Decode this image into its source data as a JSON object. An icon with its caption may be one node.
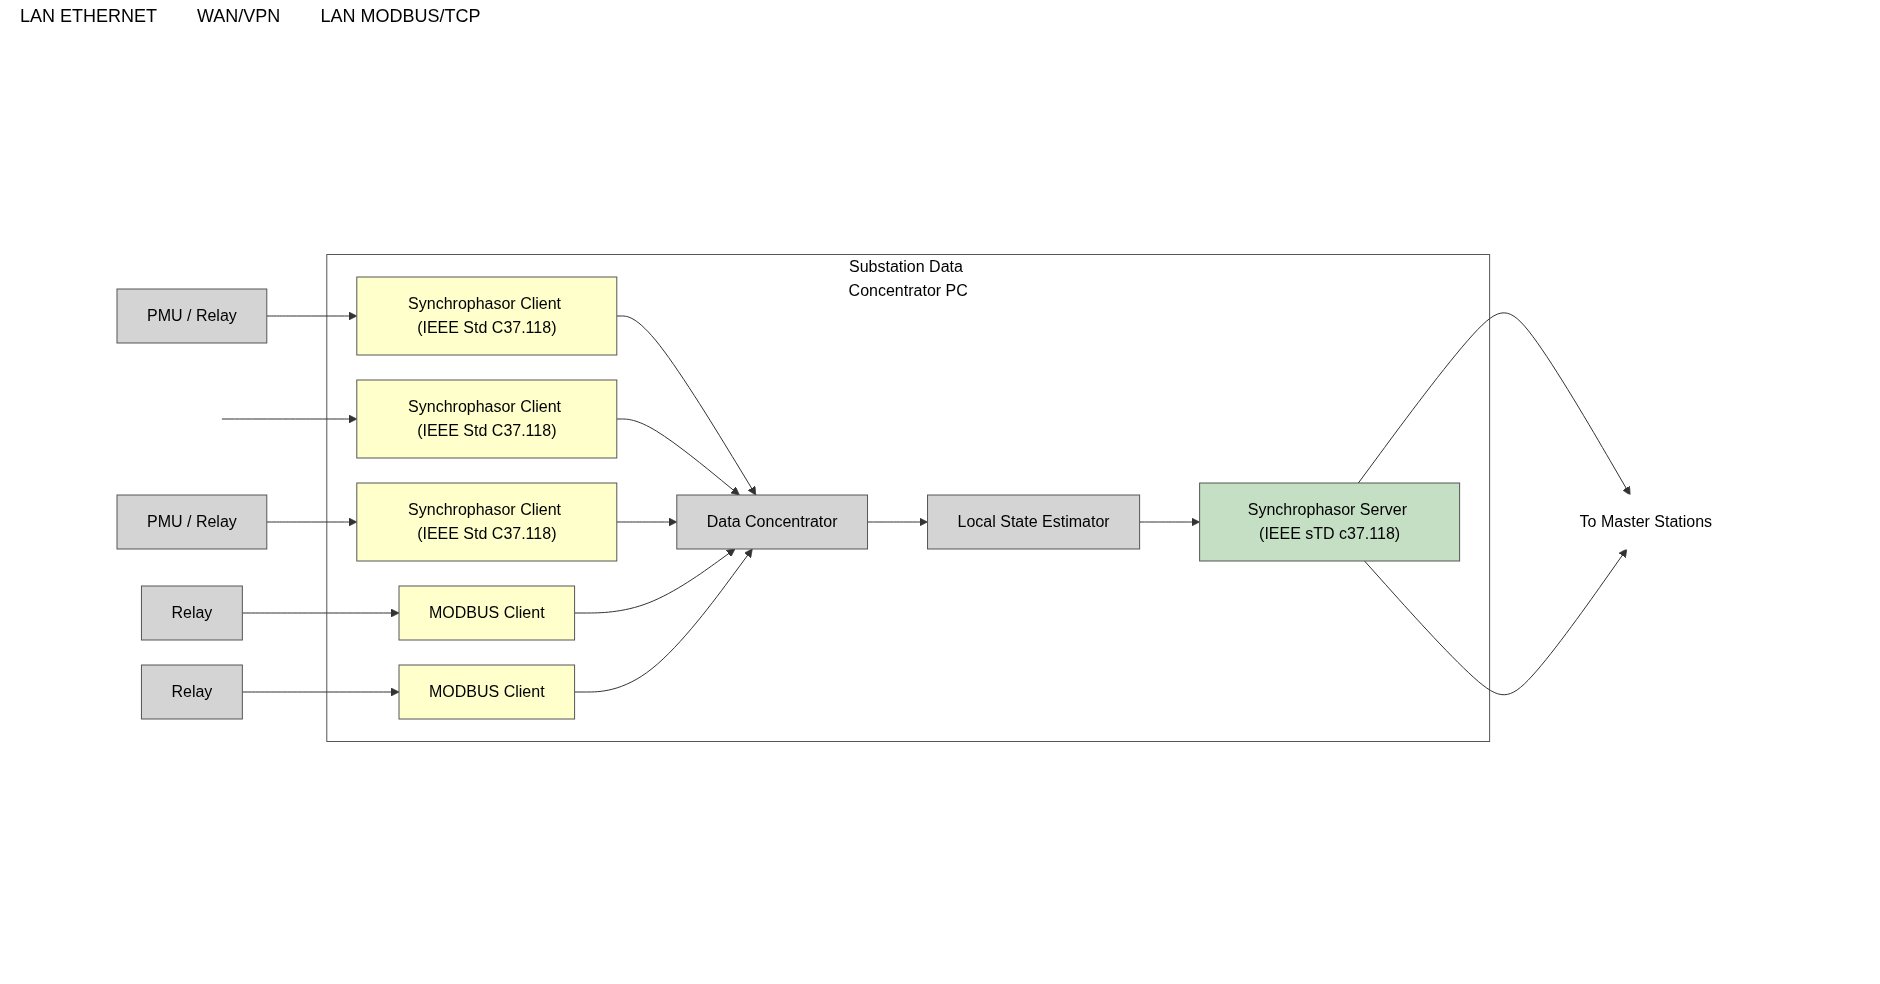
{
  "diagram": {
    "nodes": [
      {
        "text": [
          "Substation Data Concentrator PC"
        ]
      },
      {
        "text": [
          "Data Concentrator"
        ],
        "in": 0
      },
      {
        "text": [
          "Synchrophasor Client (IEEE Std C37.118)"
        ],
        "in": 0
      },
      {
        "text": [
          "Synchrophasor Client (IEEE Std C37.118)"
        ],
        "in": 0
      },
      {
        "text": [
          "Synchrophasor Client (IEEE Std C37.118)"
        ],
        "in": 0
      },
      {
        "text": [
          "MODBUS Client"
        ],
        "in": 0
      },
      {
        "text": [
          "MODBUS Client"
        ],
        "in": 0
      },
      {
        "text": [
          "Local State Estimator"
        ],
        "in": 0
      },
      {
        "text": [
          "Synchrophasor Server (IEEE sTD c37.118)"
        ],
        "in": 0
      },
      {
        "text": [
          "PMU / Relay"
        ]
      },
      {
        "text": [
          "PMU / Relay"
        ]
      },
      {
        "text": [
          "Relay"
        ]
      },
      {
        "text": [
          "Relay"
        ]
      },
      {
        "text": [
          "To Master Stations"
        ]
      }
    ],
    "edges": [
      {
        "from": 9,
        "to": 2,
        "arrow": "to"
      },
      {
        "from": null,
        "to": 3,
        "arrow": "to"
      },
      {
        "from": 10,
        "to": 4,
        "arrow": "to"
      },
      {
        "from": 11,
        "to": 5,
        "arrow": "to"
      },
      {
        "from": 12,
        "to": 6,
        "arrow": "to"
      },
      {
        "from": 2,
        "to": 1,
        "arrow": "to"
      },
      {
        "from": 3,
        "to": 1,
        "arrow": "to"
      },
      {
        "from": 4,
        "to": 1,
        "arrow": "to"
      },
      {
        "from": 5,
        "to": 1,
        "arrow": "to"
      },
      {
        "from": 6,
        "to": 1,
        "arrow": "to"
      },
      {
        "from": 1,
        "to": 7,
        "arrow": "to"
      },
      {
        "from": 7,
        "to": 8,
        "arrow": "to"
      },
      {
        "from": 8,
        "to": 13,
        "arrow": "to"
      },
      {
        "from": 8,
        "to": 13,
        "arrow": "to"
      }
    ],
    "labels": [
      "LAN ETHERNET",
      "WAN/VPN",
      "LAN MODBUS/TCP"
    ]
  }
}
